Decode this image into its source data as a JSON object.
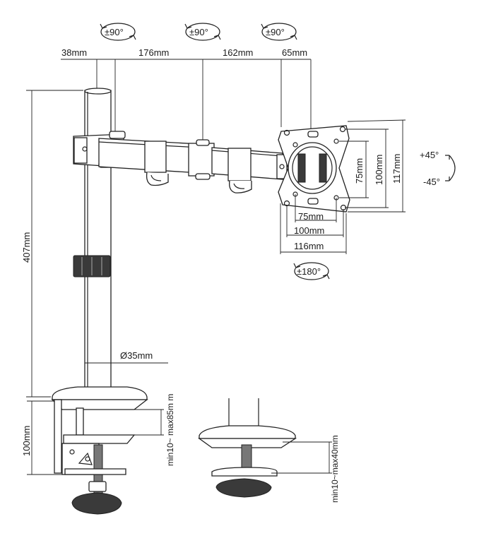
{
  "rotation": {
    "arm1": "±90°",
    "arm2": "±90°",
    "head": "±90°",
    "vesa_spin": "±180°",
    "tilt_up": "+45°",
    "tilt_down": "-45°"
  },
  "arm_dimensions": {
    "offset": "38mm",
    "arm1_length": "176mm",
    "arm2_length": "162mm",
    "head_length": "65mm"
  },
  "pole": {
    "height": "407mm",
    "diameter": "Ø35mm"
  },
  "vesa": {
    "horizontal": [
      "75mm",
      "100mm",
      "116mm"
    ],
    "vertical": [
      "75mm",
      "100mm",
      "117mm"
    ]
  },
  "clamp": {
    "base_height": "100mm",
    "clamp_range": "min10~ max85m m"
  },
  "grommet": {
    "range": "min10~max40mm"
  }
}
